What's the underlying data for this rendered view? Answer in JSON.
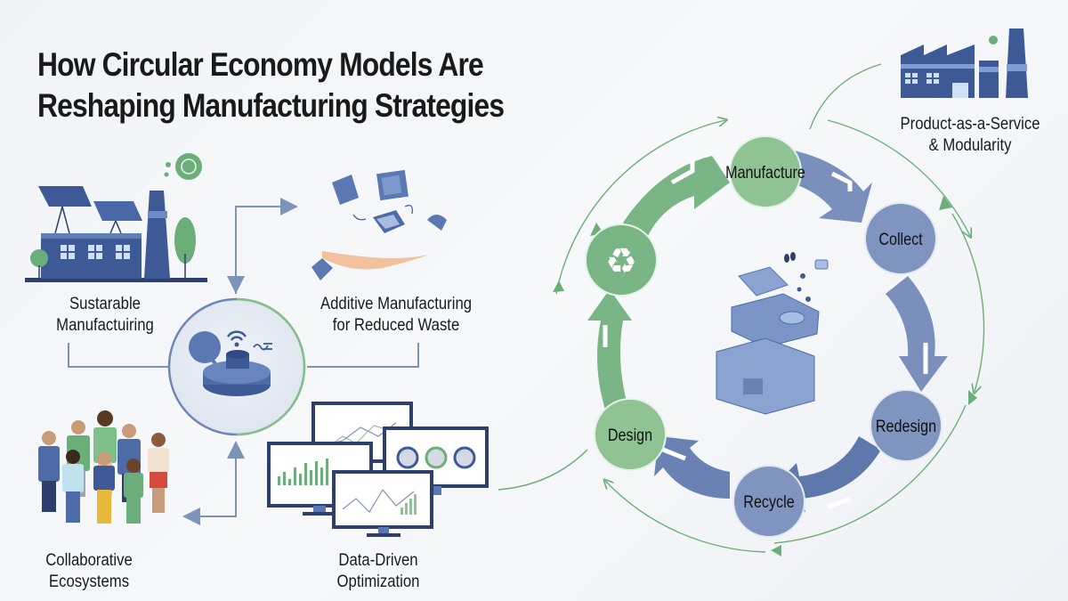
{
  "title": {
    "line1": "How Circular Economy Models Are",
    "line2": "Reshaping Manufacturing Strategies"
  },
  "left_panel": {
    "hub_icon": "iot-machine-icon",
    "items": [
      {
        "id": "sustainable",
        "line1": "Sustarable",
        "line2": "Manufactuiring",
        "icon": "solar-factory-icon"
      },
      {
        "id": "additive",
        "line1": "Additive Manufacturing",
        "line2": "for Reduced Waste",
        "icon": "hand-3d-parts-icon"
      },
      {
        "id": "collaborative",
        "line1": "Collaborative",
        "line2": "Ecosystems",
        "icon": "people-group-icon"
      },
      {
        "id": "data",
        "line1": "Data-Driven",
        "line2": "Optimization",
        "icon": "dashboard-monitors-icon"
      }
    ]
  },
  "cycle": {
    "center_icon": "recycle-icon",
    "center_product": "exploded-product-icon",
    "stages": [
      {
        "id": "manufacture",
        "label": "Manufacture",
        "color": "#8fc394"
      },
      {
        "id": "collect",
        "label": "Collect",
        "color": "#7f95bf"
      },
      {
        "id": "redesign",
        "label": "Redesign",
        "color": "#7f95bf"
      },
      {
        "id": "recycle",
        "label": "Recycle",
        "color": "#7f95bf"
      },
      {
        "id": "design",
        "label": "Design",
        "color": "#8fc394"
      }
    ]
  },
  "service": {
    "line1": "Product-as-a-Service",
    "line2": "& Modularity",
    "icon": "factory-icon"
  },
  "colors": {
    "navy": "#3d5a96",
    "slate_blue": "#7b8fbc",
    "green": "#6cae79",
    "light_green": "#8fc394",
    "connector": "#7d93b8"
  }
}
